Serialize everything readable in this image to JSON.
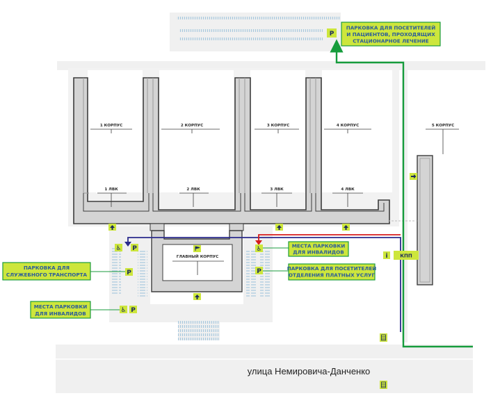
{
  "map": {
    "street": "улица Немировича-Данченко",
    "buildings": {
      "b1": "1 КОРПУС",
      "b2": "2 КОРПУС",
      "b3": "3 КОРПУС",
      "b4": "4 КОРПУС",
      "b5": "5 КОРПУС",
      "main": "ГЛАВНЫЙ КОРПУС"
    },
    "lvk": {
      "l1": "1 ЛВК",
      "l2": "2 ЛВК",
      "l3": "3 ЛВК",
      "l4": "4 ЛВК"
    },
    "checkpoint": "КПП",
    "info_icon": "i",
    "parking_letter": "P",
    "labels": {
      "top_parking": [
        "ПАРКОВКА ДЛЯ ПОСЕТИТЕЛЕЙ",
        "И ПАЦИЕНТОВ, ПРОХОДЯЩИХ",
        "СТАЦИОНАРНОЕ ЛЕЧЕНИЕ"
      ],
      "disabled_right": [
        "МЕСТА ПАРКОВКИ",
        "ДЛЯ ИНВАЛИДОВ"
      ],
      "paid_parking": [
        "ПАРКОВКА ДЛЯ ПОСЕТИТЕЛЕЙ",
        "ОТДЕЛЕНИЯ ПЛАТНЫХ УСЛУГ"
      ],
      "service_parking": [
        "ПАРКОВКА ДЛЯ",
        "СЛУЖЕБНОГО ТРАНСПОРТА"
      ],
      "disabled_left": [
        "МЕСТА ПАРКОВКИ",
        "ДЛЯ ИНВАЛИДОВ"
      ]
    },
    "colors": {
      "accent_green": "#cde63c",
      "route_green": "#169c3c",
      "label_border": "#1a9b3e",
      "label_text": "#2a5c9a",
      "building": "#d4d4d4",
      "building_stroke": "#3d3d3d",
      "road": "#f0f0f0",
      "lot_stripes": "#a8c8de",
      "arrow_blue": "#2a2a8c",
      "arrow_red": "#d61c1c"
    },
    "icons": [
      "parking-icon",
      "wheelchair-icon",
      "arrow-up-icon",
      "arrow-right-icon",
      "flag-icon",
      "info-icon",
      "bus-stop-icon"
    ]
  }
}
